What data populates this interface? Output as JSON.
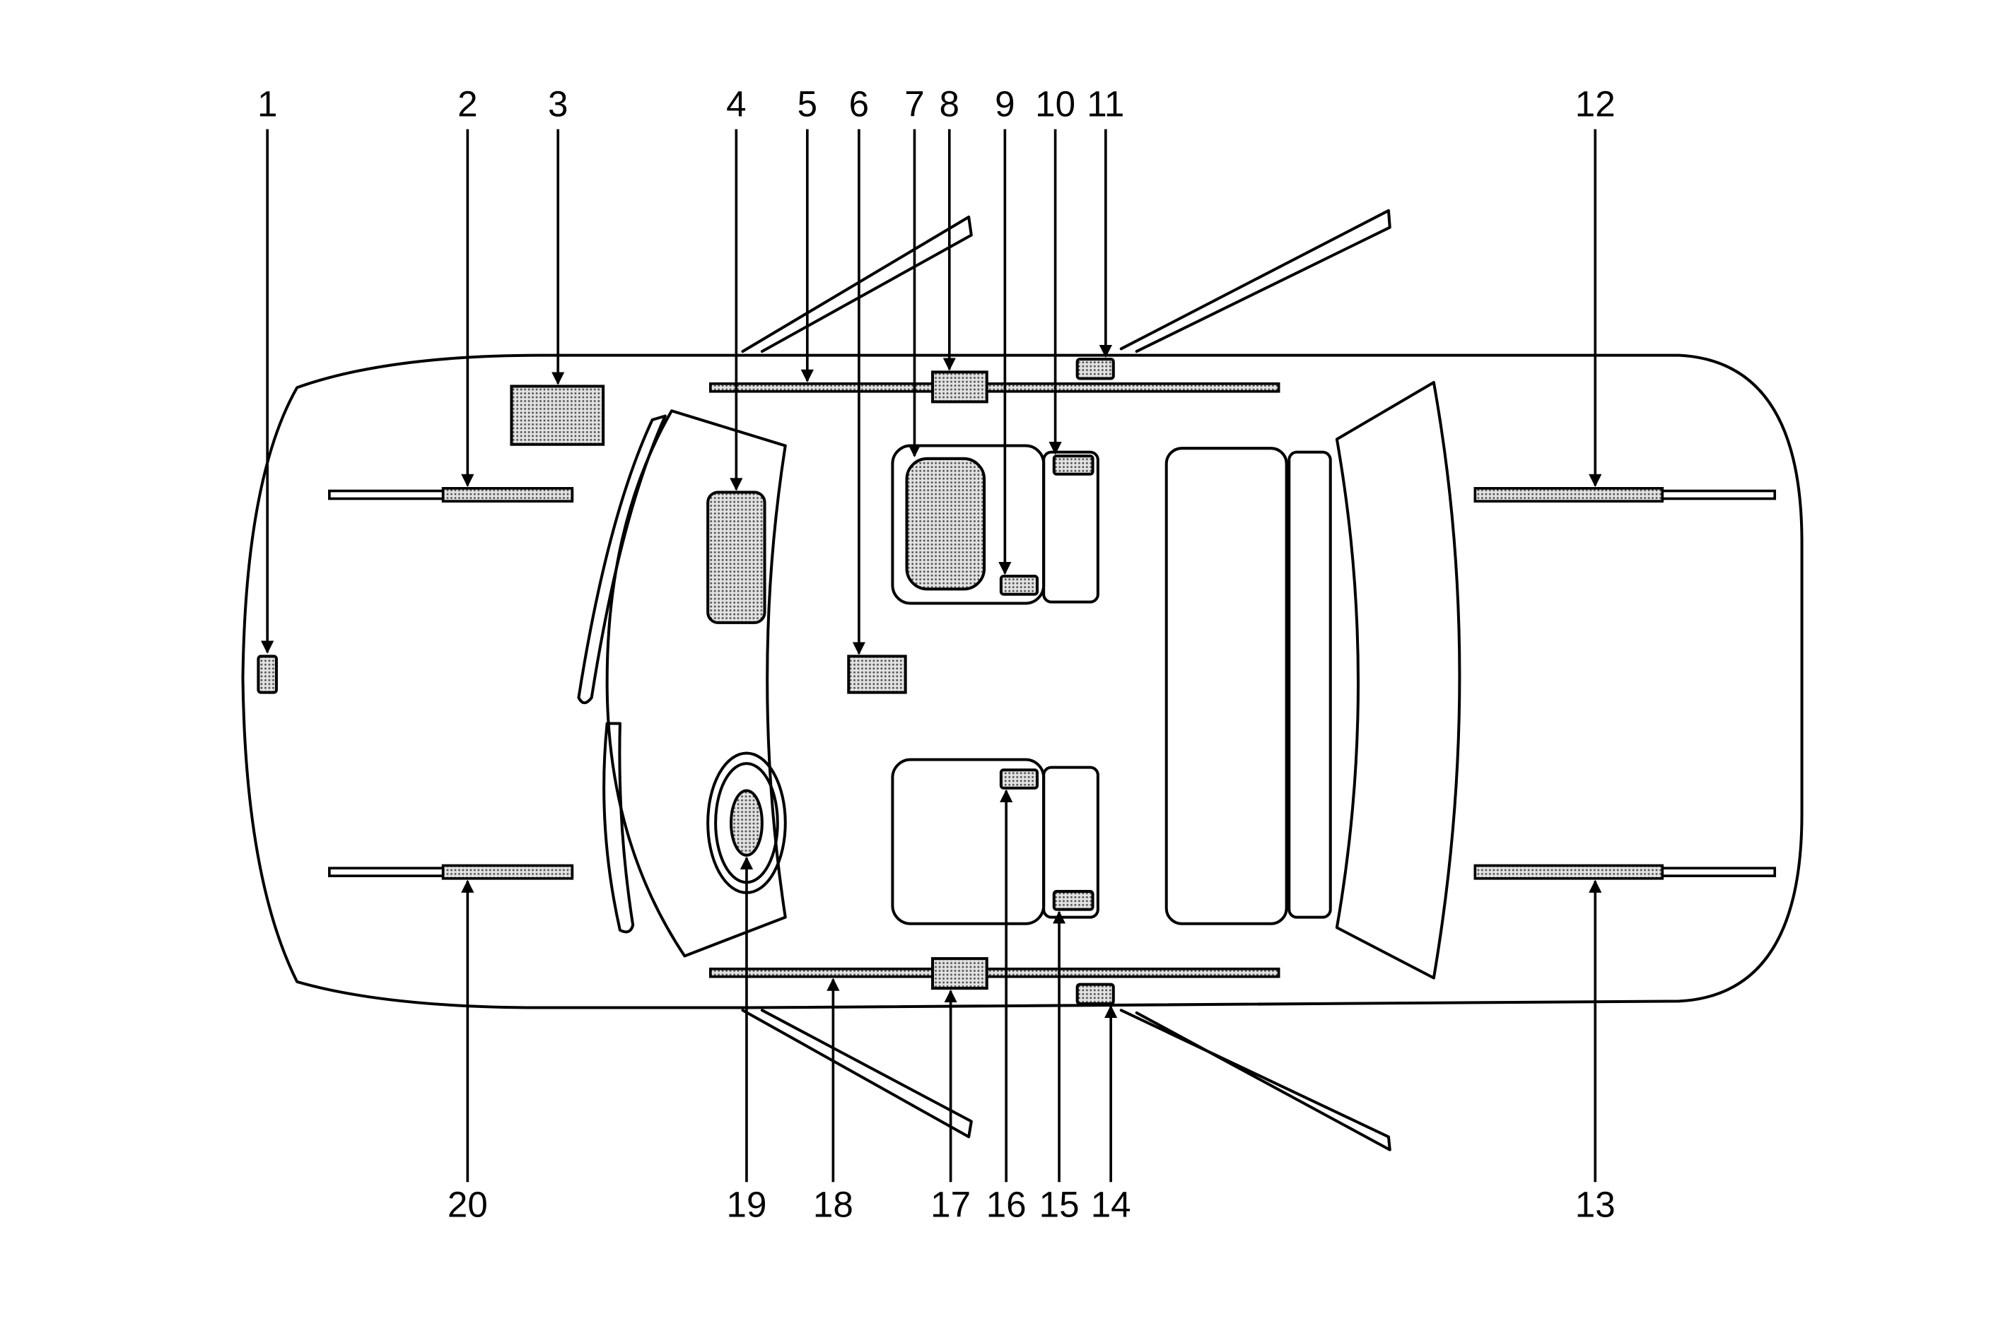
{
  "diagram": {
    "colors": {
      "line": "#000000",
      "component_fill": "dotted-gray",
      "background": "#ffffff"
    },
    "callouts_top": [
      "1",
      "2",
      "3",
      "4",
      "5",
      "6",
      "7",
      "8",
      "9",
      "10",
      "11",
      "12"
    ],
    "callouts_bottom": [
      "13",
      "14",
      "15",
      "16",
      "17",
      "18",
      "19",
      "20"
    ]
  }
}
